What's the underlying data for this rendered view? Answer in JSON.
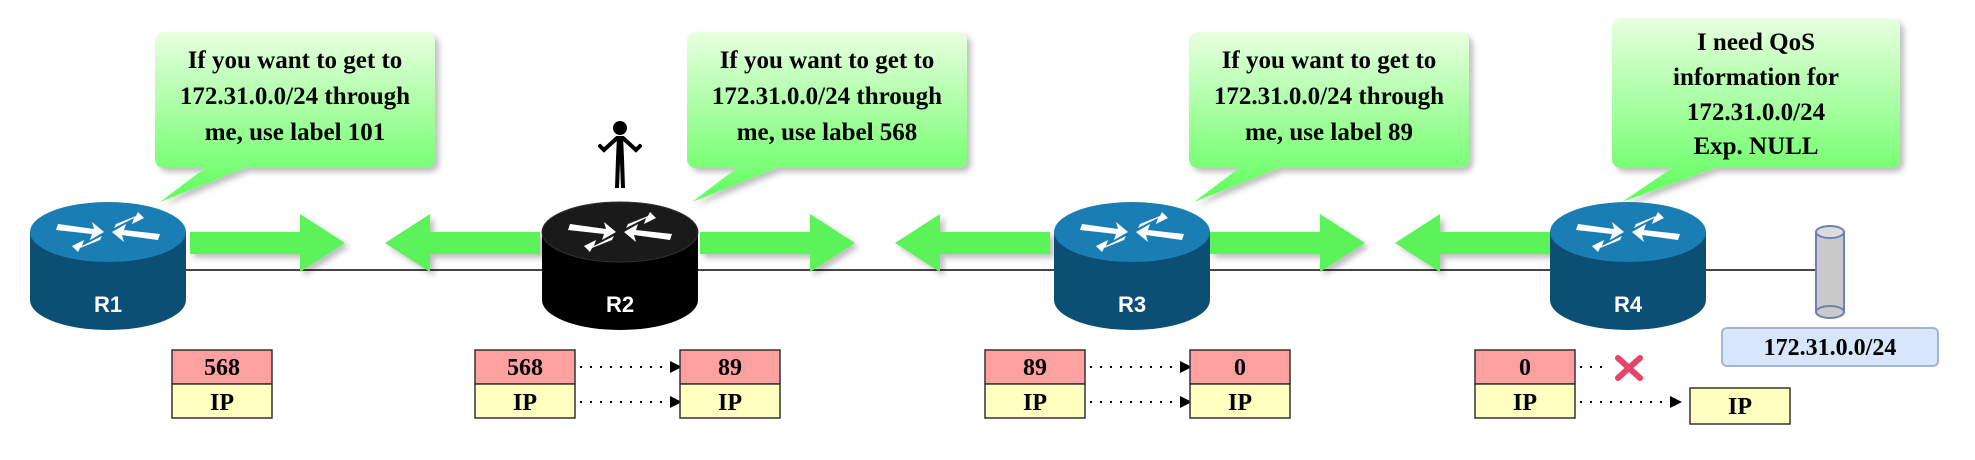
{
  "colors": {
    "router": "#0f6797",
    "router_dark": "#0b4f74",
    "router_top": "#1a7eb5",
    "router_active": "#000000",
    "bubble_green_top": "#e8ffe0",
    "bubble_green_bottom": "#5dff5a",
    "arrow_green": "#5cf25a",
    "label_red": "#ffa0a0",
    "label_yellow": "#ffffc0",
    "network_box": "#d7e6fb",
    "pipe": "#c9c9c9",
    "cross": "#e8446a"
  },
  "routers": [
    {
      "label": "R1",
      "active": false
    },
    {
      "label": "R2",
      "active": true
    },
    {
      "label": "R3",
      "active": false
    },
    {
      "label": "R4",
      "active": false
    }
  ],
  "bubbles": [
    {
      "lines": [
        "If you want to get to",
        "172.31.0.0/24 through",
        "me, use label 101"
      ]
    },
    {
      "lines": [
        "If you want to get to",
        "172.31.0.0/24 through",
        "me, use label 568"
      ]
    },
    {
      "lines": [
        "If you want to get to",
        "172.31.0.0/24 through",
        "me, use label 89"
      ]
    },
    {
      "lines": [
        "I need QoS",
        "information for",
        "172.31.0.0/24",
        "Exp. NULL"
      ]
    }
  ],
  "label_stacks": [
    {
      "in": {
        "top": "568",
        "bottom": "IP"
      },
      "out": null
    },
    {
      "in": {
        "top": "568",
        "bottom": "IP"
      },
      "out": {
        "top": "89",
        "bottom": "IP"
      }
    },
    {
      "in": {
        "top": "89",
        "bottom": "IP"
      },
      "out": {
        "top": "0",
        "bottom": "IP"
      }
    },
    {
      "in": {
        "top": "0",
        "bottom": "IP"
      },
      "out": {
        "top": null,
        "bottom": "IP"
      },
      "pop": true
    }
  ],
  "network": {
    "label": "172.31.0.0/24",
    "icon": "network-pipe-icon"
  },
  "icons": {
    "router": "router-icon",
    "person": "person-icon",
    "arrow": "label-advert-arrow",
    "cross": "drop-cross-icon"
  }
}
